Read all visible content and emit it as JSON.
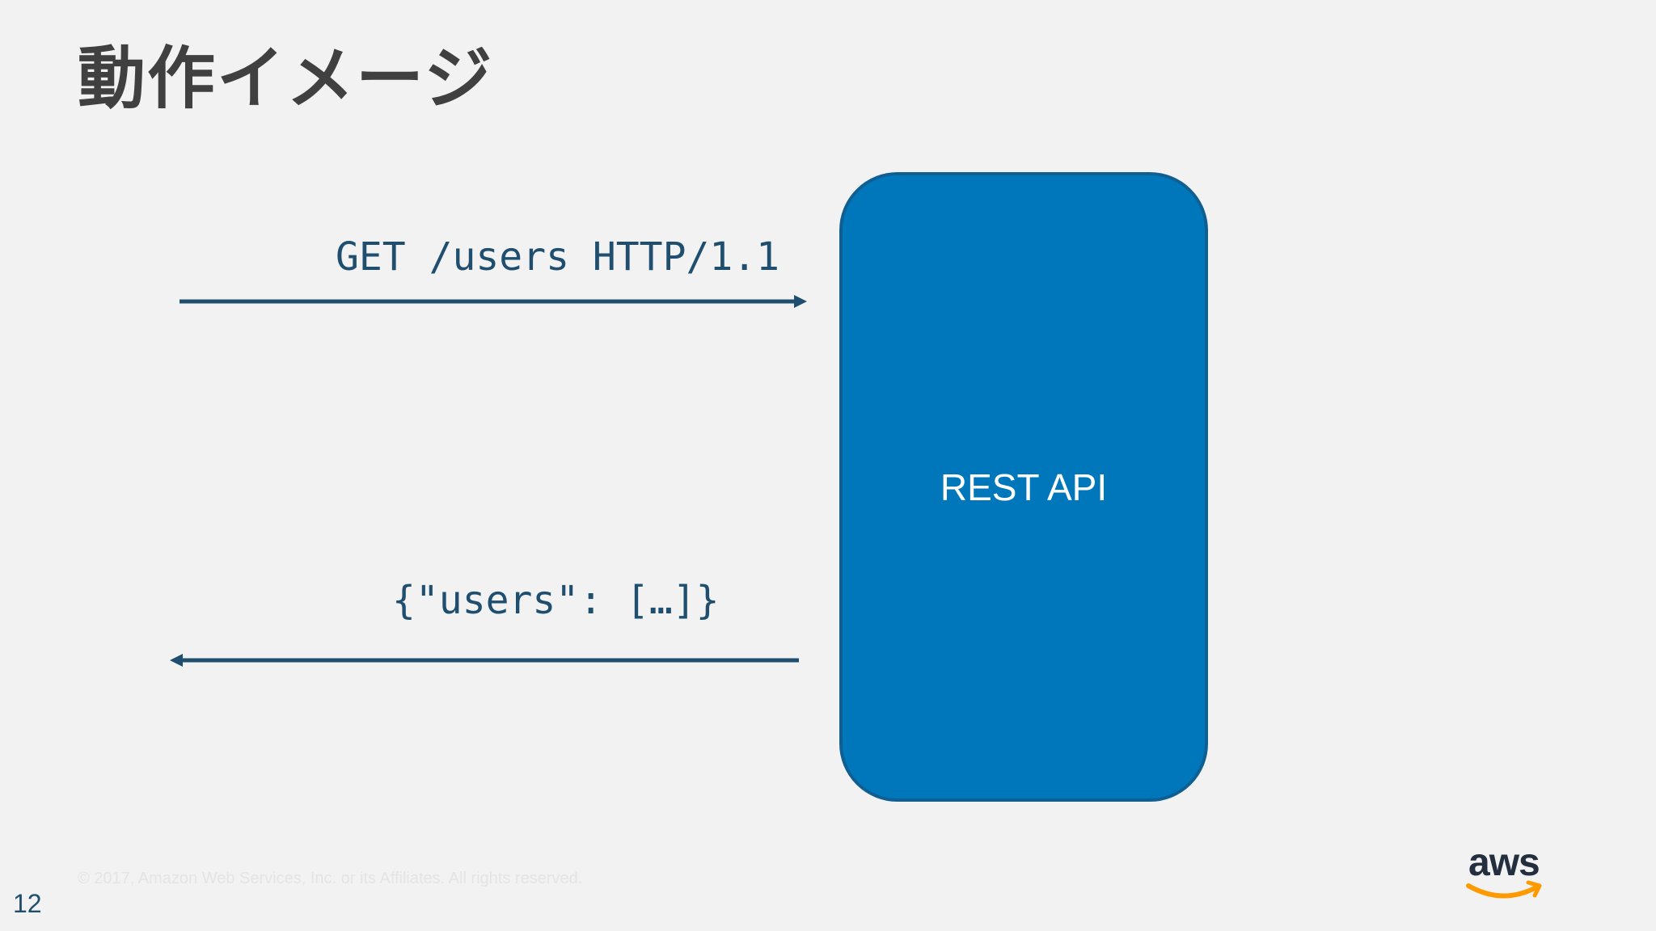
{
  "slide": {
    "title": "動作イメージ",
    "page_number": "12",
    "copyright": "© 2017, Amazon Web Services, Inc. or its Affiliates. All rights reserved."
  },
  "diagram": {
    "request_label": "GET /users HTTP/1.1",
    "response_label": "{\"users\": […]}",
    "api_label": "REST API",
    "arrow_color": "#1f4e6e",
    "box_color": "#0077bb"
  },
  "logo": {
    "text": "aws",
    "smile_color": "#ff9900"
  }
}
